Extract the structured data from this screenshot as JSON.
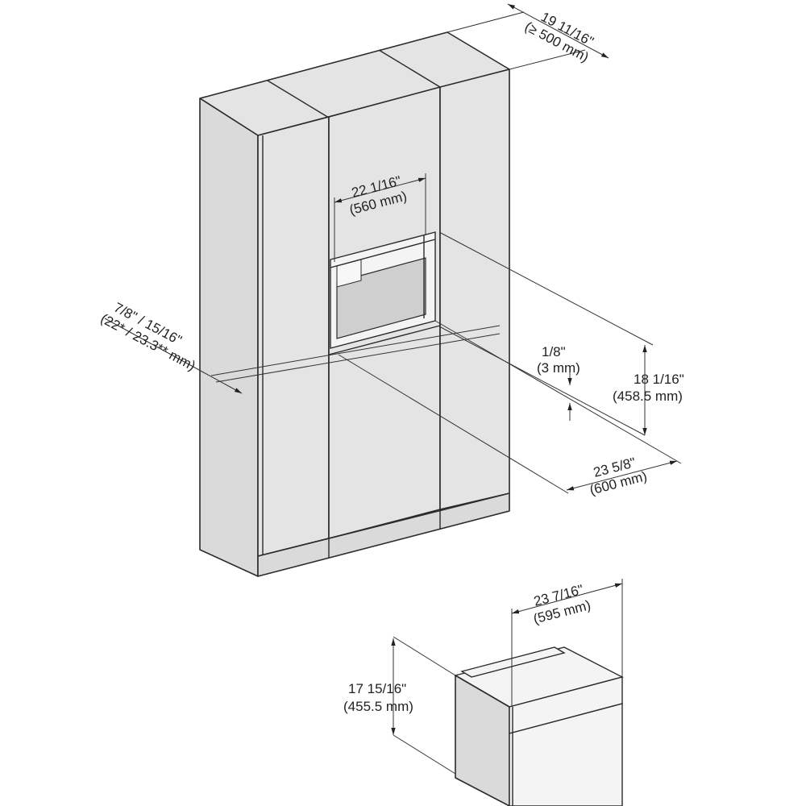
{
  "dimensions": {
    "tall_cabinet_depth": {
      "imperial": "19 11/16\"",
      "metric": "(≥ 500 mm)"
    },
    "niche_width": {
      "imperial": "22 1/16\"",
      "metric": "(560 mm)"
    },
    "side_panel_thickness": {
      "imperial": "7/8\" / 15/16\"",
      "metric": "(22* / 23.3** mm)"
    },
    "gap": {
      "imperial": "1/8\"",
      "metric": "(3 mm)"
    },
    "niche_height": {
      "imperial": "18 1/16\"",
      "metric": "(458.5 mm)"
    },
    "niche_depth": {
      "imperial": "23 5/8\"",
      "metric": "(600 mm)"
    },
    "appliance_width": {
      "imperial": "23 7/16\"",
      "metric": "(595 mm)"
    },
    "appliance_height": {
      "imperial": "17 15/16\"",
      "metric": "(455.5 mm)"
    }
  }
}
